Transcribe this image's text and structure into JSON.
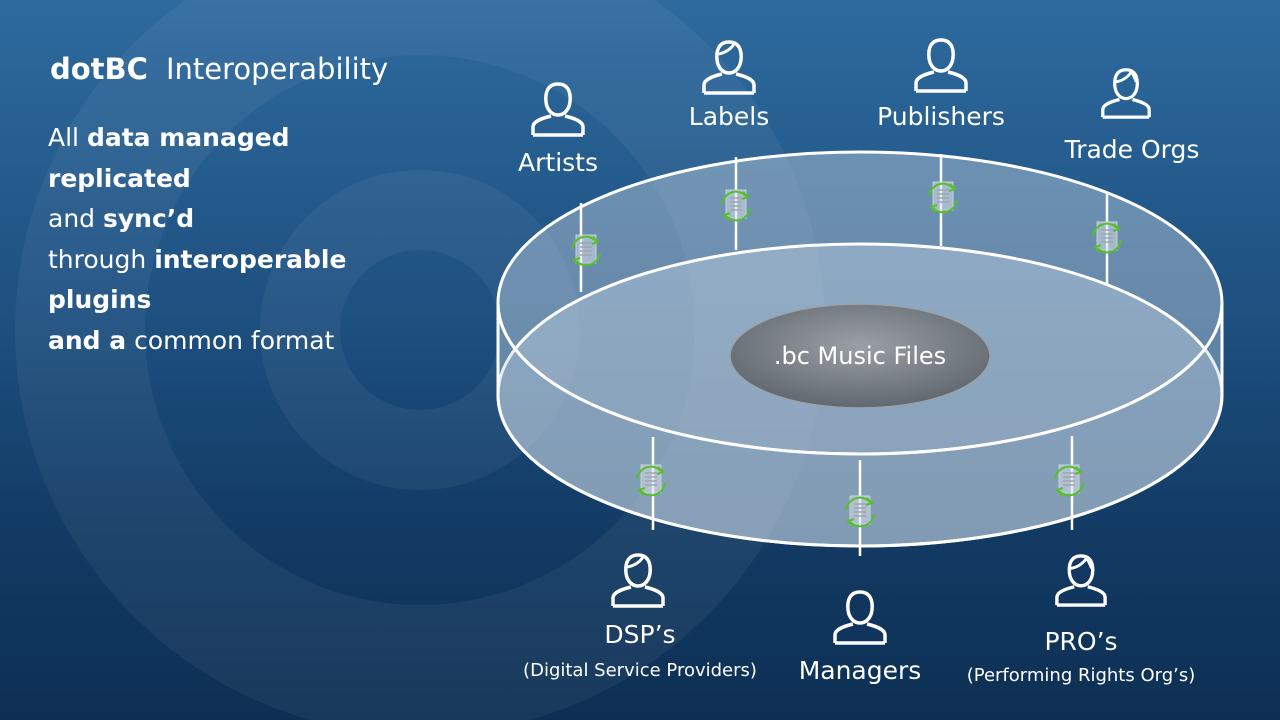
{
  "title": {
    "brand": "dotBC",
    "subtitle": "Interoperability"
  },
  "body": {
    "line1": {
      "plain": "All ",
      "bold": "data managed"
    },
    "line2": {
      "bold": "replicated"
    },
    "line3": {
      "plain": "and ",
      "bold": "sync’d"
    },
    "line4": {
      "plain": "through ",
      "bold": "interoperable"
    },
    "line5": {
      "bold": "plugins"
    },
    "line6": {
      "bold": "and a",
      "plain": " common format"
    }
  },
  "center": {
    "label": ".bc Music Files"
  },
  "stakeholders": {
    "artists": {
      "label": "Artists",
      "icon": "person-icon"
    },
    "labels": {
      "label": "Labels",
      "icon": "person-icon"
    },
    "publishers": {
      "label": "Publishers",
      "icon": "person-icon"
    },
    "trade_orgs": {
      "label": "Trade Orgs",
      "icon": "person-icon"
    },
    "dsps": {
      "label": "DSP’s",
      "sublabel": "(Digital Service Providers)",
      "icon": "person-icon"
    },
    "managers": {
      "label": "Managers",
      "icon": "person-icon"
    },
    "pros": {
      "label": "PRO’s",
      "sublabel": "(Performing Rights Org’s)",
      "icon": "person-icon"
    }
  },
  "plugin_icon": "document-sync-icon",
  "colors": {
    "background": "#1d4f7f",
    "ring_fill": "#b4c8da",
    "sync_arrows": "#55c02a",
    "center_disc": "#7d8389",
    "outline": "#ffffff"
  }
}
